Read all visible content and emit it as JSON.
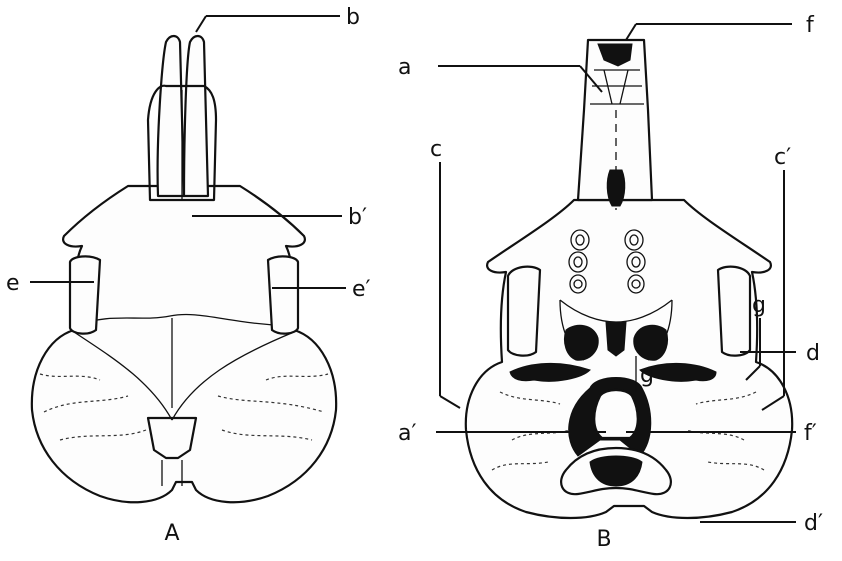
{
  "figure": {
    "panel_a": {
      "caption": "A",
      "labels": {
        "b": "b",
        "b_prime": "b′",
        "e": "e",
        "e_prime": "e′"
      }
    },
    "panel_b": {
      "caption": "B",
      "labels": {
        "a": "a",
        "a_prime": "a′",
        "c": "c",
        "c_prime": "c′",
        "d": "d",
        "d_prime": "d′",
        "f": "f",
        "f_prime": "f′",
        "g_right": "g",
        "g_center": "g"
      }
    }
  }
}
